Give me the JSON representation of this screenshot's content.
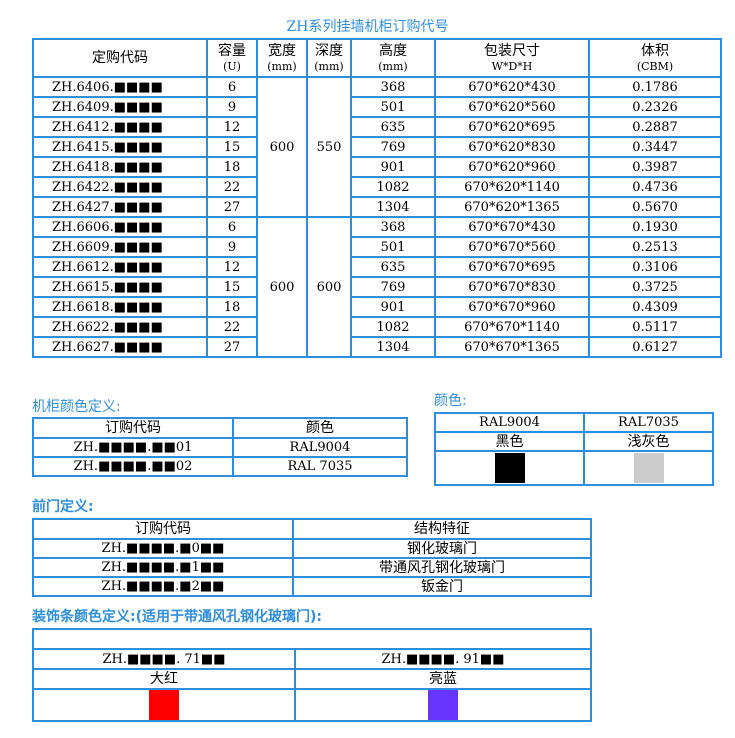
{
  "page_title": "ZH系列挂墙机柜订购代号",
  "main_table": {
    "headers": {
      "code": "定购代码",
      "capacity": "容量",
      "capacity_unit": "(U)",
      "width": "宽度",
      "width_unit": "(mm)",
      "depth": "深度",
      "depth_unit": "(mm)",
      "height": "高度",
      "height_unit": "(mm)",
      "pack": "包装尺寸",
      "pack_sub": "W*D*H",
      "volume": "体积",
      "volume_unit": "(CBM)"
    },
    "groups": [
      {
        "width": "600",
        "depth": "550"
      },
      {
        "width": "600",
        "depth": "600"
      }
    ],
    "rows": [
      {
        "code": "ZH.6406.■■■■",
        "u": "6",
        "h": "368",
        "pack": "670*620*430",
        "vol": "0.1786"
      },
      {
        "code": "ZH.6409.■■■■",
        "u": "9",
        "h": "501",
        "pack": "670*620*560",
        "vol": "0.2326"
      },
      {
        "code": "ZH.6412.■■■■",
        "u": "12",
        "h": "635",
        "pack": "670*620*695",
        "vol": "0.2887"
      },
      {
        "code": "ZH.6415.■■■■",
        "u": "15",
        "h": "769",
        "pack": "670*620*830",
        "vol": "0.3447"
      },
      {
        "code": "ZH.6418.■■■■",
        "u": "18",
        "h": "901",
        "pack": "670*620*960",
        "vol": "0.3987"
      },
      {
        "code": "ZH.6422.■■■■",
        "u": "22",
        "h": "1082",
        "pack": "670*620*1140",
        "vol": "0.4736"
      },
      {
        "code": "ZH.6427.■■■■",
        "u": "27",
        "h": "1304",
        "pack": "670*620*1365",
        "vol": "0.5670"
      },
      {
        "code": "ZH.6606.■■■■",
        "u": "6",
        "h": "368",
        "pack": "670*670*430",
        "vol": "0.1930"
      },
      {
        "code": "ZH.6609.■■■■",
        "u": "9",
        "h": "501",
        "pack": "670*670*560",
        "vol": "0.2513"
      },
      {
        "code": "ZH.6612.■■■■",
        "u": "12",
        "h": "635",
        "pack": "670*670*695",
        "vol": "0.3106"
      },
      {
        "code": "ZH.6615.■■■■",
        "u": "15",
        "h": "769",
        "pack": "670*670*830",
        "vol": "0.3725"
      },
      {
        "code": "ZH.6618.■■■■",
        "u": "18",
        "h": "901",
        "pack": "670*670*960",
        "vol": "0.4309"
      },
      {
        "code": "ZH.6622.■■■■",
        "u": "22",
        "h": "1082",
        "pack": "670*670*1140",
        "vol": "0.5117"
      },
      {
        "code": "ZH.6627.■■■■",
        "u": "27",
        "h": "1304",
        "pack": "670*670*1365",
        "vol": "0.6127"
      }
    ]
  },
  "cabinet_color": {
    "title": "机柜颜色定义:",
    "headers": {
      "code": "订购代码",
      "color": "颜色"
    },
    "rows": [
      {
        "code": "ZH.■■■■.■■01",
        "color": "RAL9004"
      },
      {
        "code": "ZH.■■■■.■■02",
        "color": "RAL 7035"
      }
    ]
  },
  "color_swatch": {
    "title": "颜色:",
    "items": [
      {
        "ral": "RAL9004",
        "name": "黑色",
        "hex": "#000000"
      },
      {
        "ral": "RAL7035",
        "name": "浅灰色",
        "hex": "#cccccc"
      }
    ]
  },
  "front_door": {
    "title": "前门定义:",
    "headers": {
      "code": "订购代码",
      "feature": "结构特征"
    },
    "rows": [
      {
        "code": "ZH.■■■■.■0■■",
        "feature": "钢化玻璃门"
      },
      {
        "code": "ZH.■■■■.■1■■",
        "feature": "带通风孔钢化玻璃门"
      },
      {
        "code": "ZH.■■■■.■2■■",
        "feature": "钣金门"
      }
    ]
  },
  "trim_color": {
    "title": "装饰条颜色定义:(适用于带通风孔钢化玻璃门):",
    "items": [
      {
        "code": "ZH.■■■■. 71■■",
        "name": "大红",
        "hex": "#ff0000"
      },
      {
        "code": "ZH.■■■■. 91■■",
        "name": "亮蓝",
        "hex": "#6633ff"
      }
    ]
  }
}
